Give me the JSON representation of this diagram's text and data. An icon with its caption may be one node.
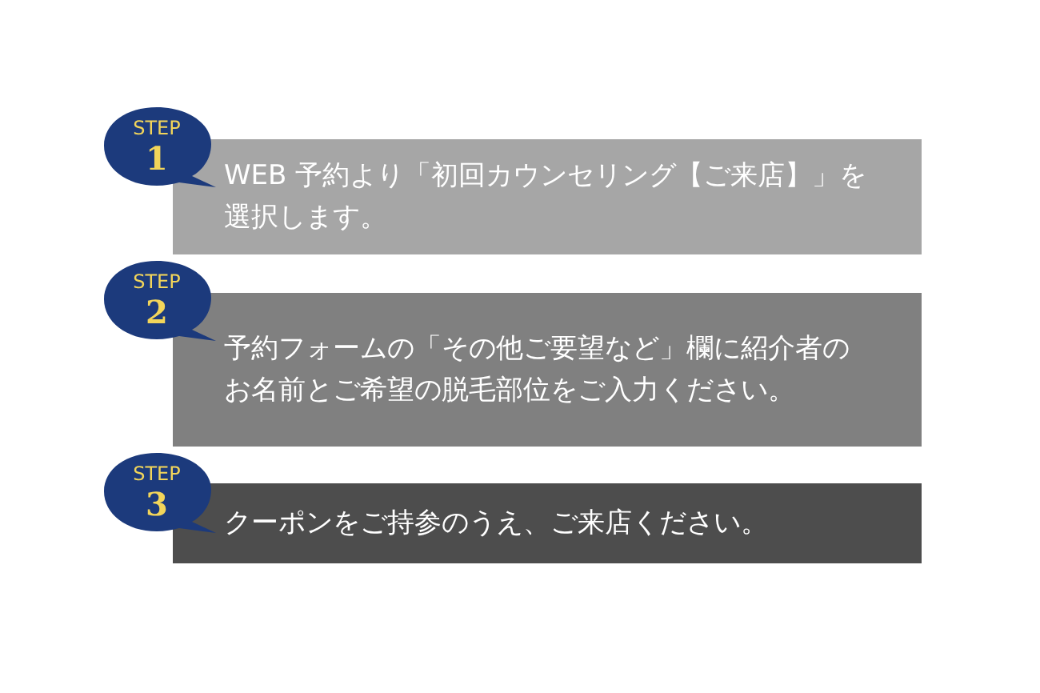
{
  "diagram": {
    "nodes": [
      {
        "text": [
          "WEB 予約より「初回カウンセリング【ご来店】」を選択します。"
        ]
      },
      {
        "text": [
          "STEP",
          "1"
        ]
      },
      {
        "text": [
          "予約フォームの「その他ご要望など」欄に紹介者のお名前とご希望の脱毛部位をご入力ください。"
        ]
      },
      {
        "text": [
          "STEP",
          "2"
        ]
      },
      {
        "text": [
          "クーポンをご持参のうえ、ご来店ください。"
        ]
      },
      {
        "text": [
          "STEP",
          "3"
        ]
      }
    ]
  }
}
